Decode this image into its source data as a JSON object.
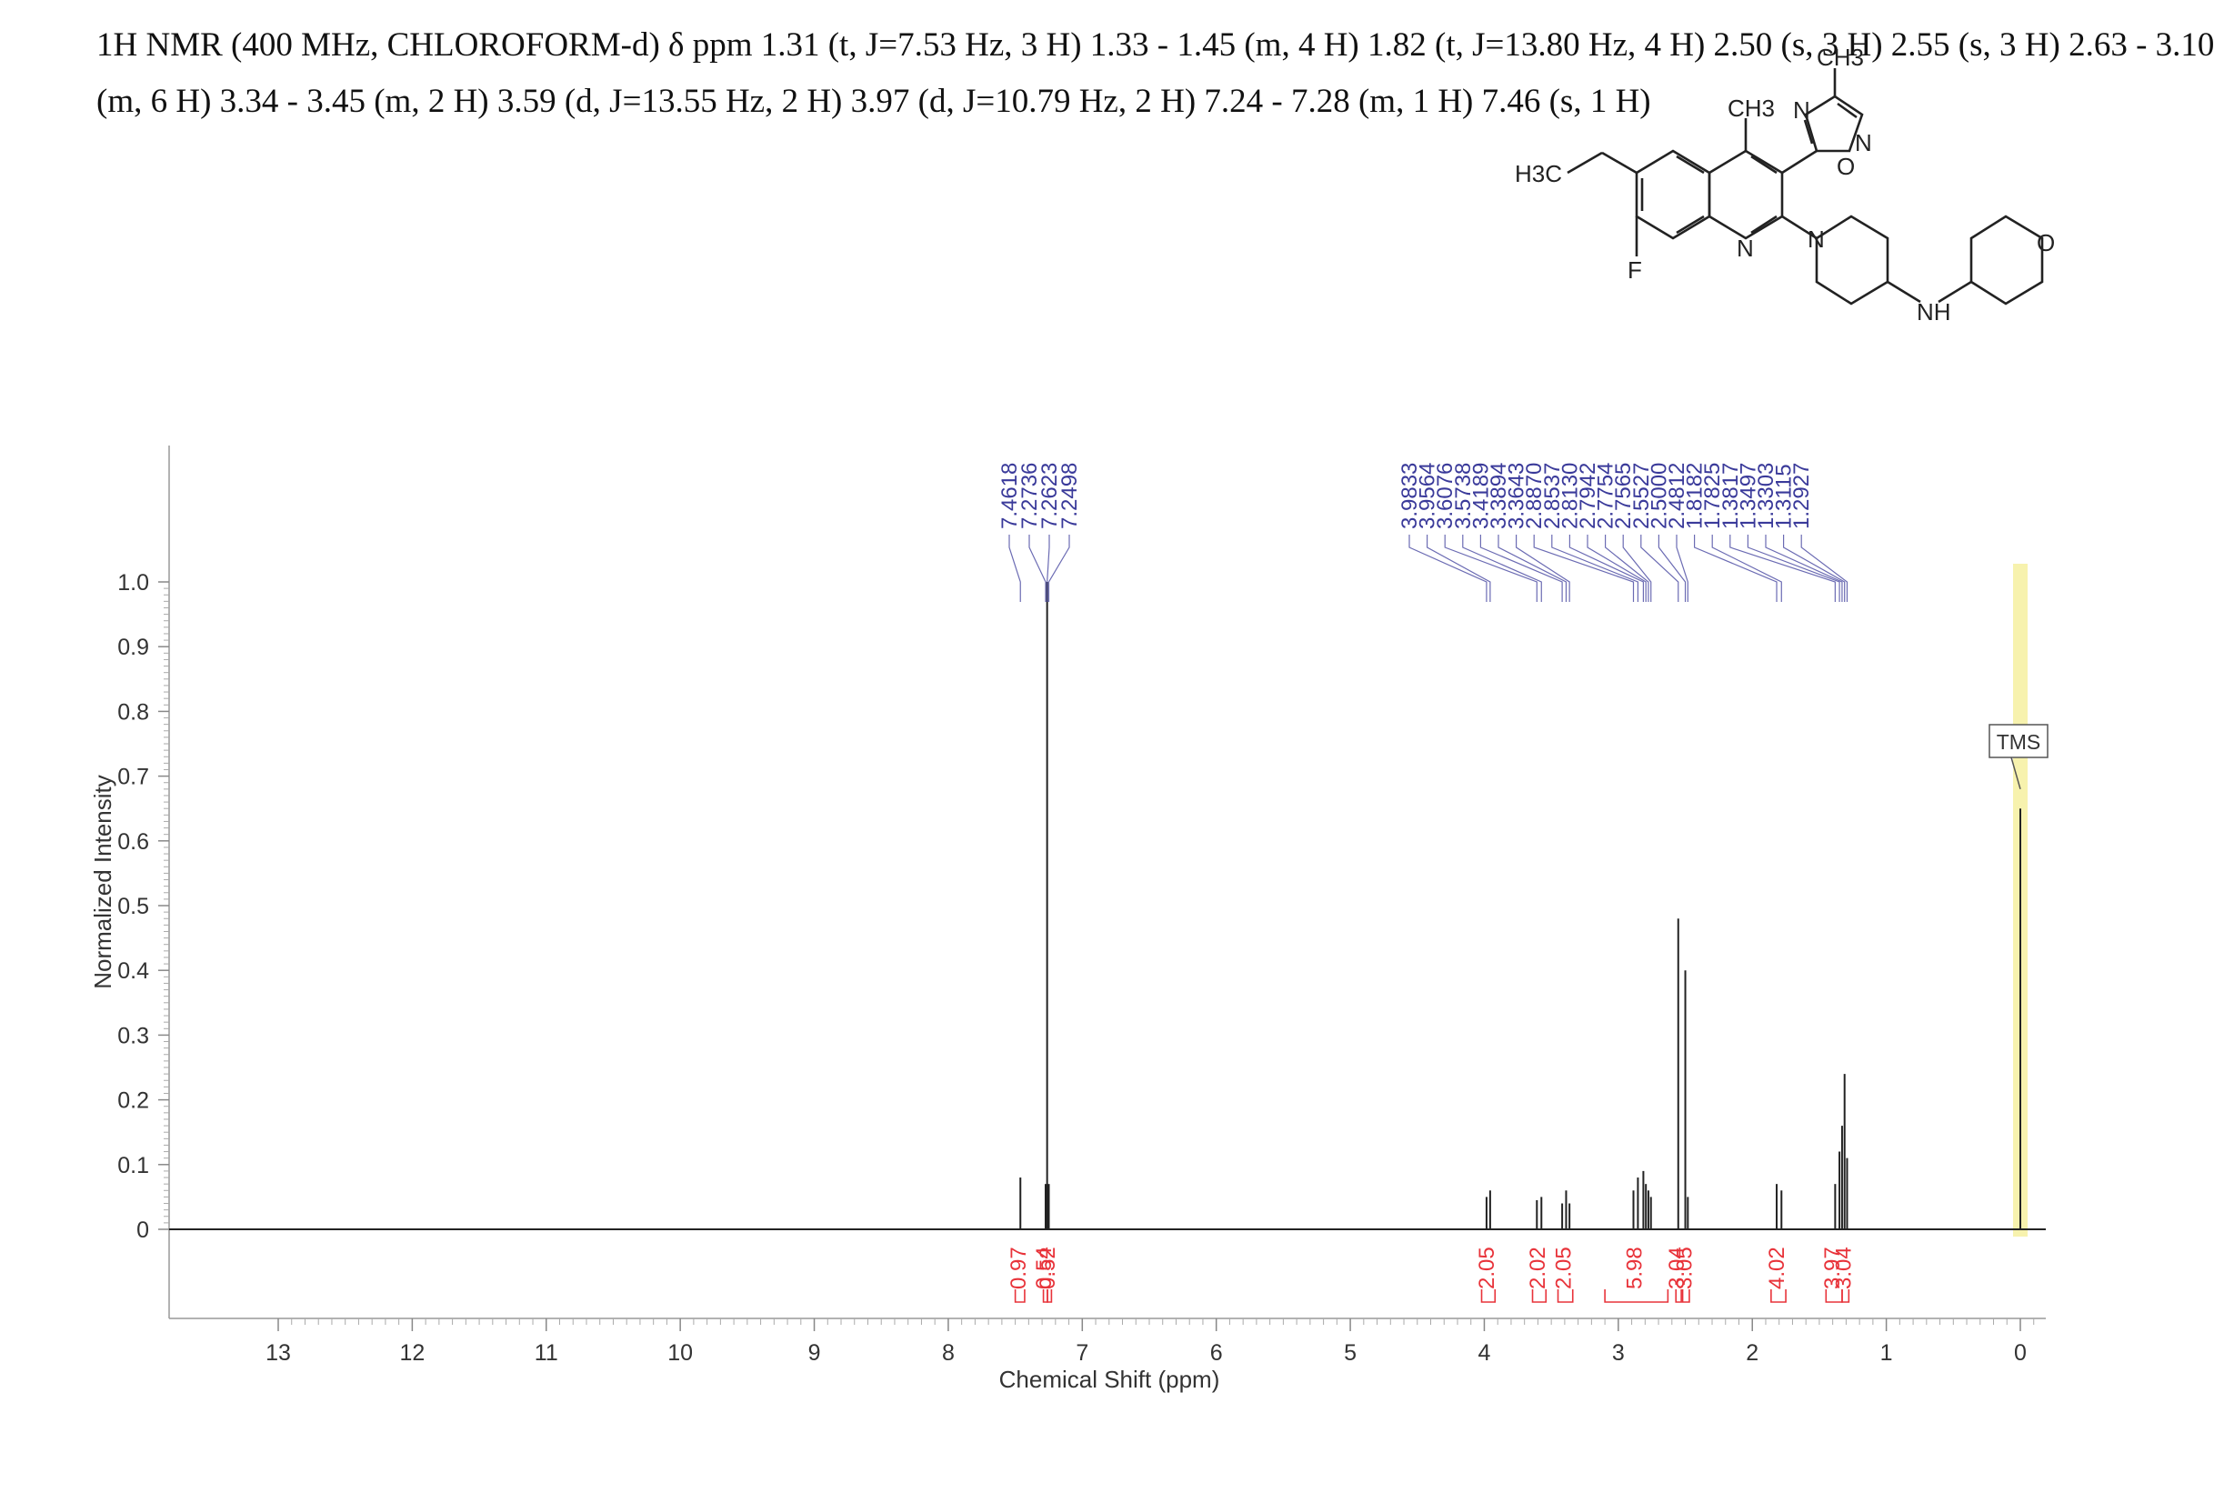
{
  "header": {
    "line1": "1H NMR (400 MHz, CHLOROFORM-d) δ ppm 1.31 (t, J=7.53 Hz, 3 H) 1.33 - 1.45 (m, 4 H) 1.82 (t,  J=13.80 Hz, 4 H) 2.50 (s, 3 H) 2.55 (s, 3 H) 2.63 - 3.10",
    "line2": "(m, 6 H) 3.34 - 3.45 (m, 2 H) 3.59 (d,  J=13.55 Hz, 2 H) 3.97 (d,  J=10.79 Hz, 2 H) 7.24 - 7.28 (m, 1 H) 7.46 (s, 1 H)"
  },
  "structure_labels": {
    "ch3_top": "CH3",
    "ch3_mid": "CH3",
    "h3c": "H3C",
    "n_ring1": "N",
    "n_ring2": "N",
    "o_ring": "O",
    "n_quin": "N",
    "n_pip": "N",
    "f": "F",
    "nh": "NH",
    "o_thp": "O"
  },
  "colors": {
    "peak_label": "#3a3a9a",
    "integral": "#e8333a",
    "spectrum": "#222222",
    "tms_highlight": "#f6f0a0"
  },
  "chart_data": {
    "type": "line",
    "xlabel": "Chemical Shift (ppm)",
    "ylabel": "Normalized Intensity",
    "xlim": [
      13.85,
      -0.2
    ],
    "ylim": [
      -0.15,
      1.25
    ],
    "xticks": [
      "13",
      "12",
      "11",
      "10",
      "9",
      "8",
      "7",
      "6",
      "5",
      "4",
      "3",
      "2",
      "1",
      "0"
    ],
    "yticks": [
      "0",
      "0.1",
      "0.2",
      "0.3",
      "0.4",
      "0.5",
      "0.6",
      "0.7",
      "0.8",
      "0.9",
      "1.0"
    ],
    "peak_labels_group1": [
      "7.4618",
      "7.2736",
      "7.2623",
      "7.2498"
    ],
    "peak_labels_group2": [
      "3.9833",
      "3.9564",
      "3.6076",
      "3.5738",
      "3.4189",
      "3.3894",
      "3.3643",
      "2.8870",
      "2.8537",
      "2.8130",
      "2.7942",
      "2.7754",
      "2.7565",
      "2.5527",
      "2.5000",
      "2.4812",
      "1.8182",
      "1.7825",
      "1.3817",
      "1.3497",
      "1.3303",
      "1.3115",
      "1.2927"
    ],
    "integrals": [
      {
        "label": "0.97",
        "from": 7.5,
        "to": 7.43
      },
      {
        "label": "0.54",
        "from": 7.29,
        "to": 7.26
      },
      {
        "label": "0.52",
        "from": 7.26,
        "to": 7.23
      },
      {
        "label": "2.05",
        "from": 4.02,
        "to": 3.92
      },
      {
        "label": "2.02",
        "from": 3.64,
        "to": 3.54
      },
      {
        "label": "2.05",
        "from": 3.45,
        "to": 3.34
      },
      {
        "label": "5.98",
        "from": 3.1,
        "to": 2.63
      },
      {
        "label": "3.04",
        "from": 2.57,
        "to": 2.53
      },
      {
        "label": "3.05",
        "from": 2.52,
        "to": 2.47
      },
      {
        "label": "4.02",
        "from": 1.86,
        "to": 1.75
      },
      {
        "label": "3.97",
        "from": 1.45,
        "to": 1.33
      },
      {
        "label": "3.04",
        "from": 1.33,
        "to": 1.28
      }
    ],
    "peaks": [
      {
        "x": 7.4618,
        "y": 0.08
      },
      {
        "x": 7.2736,
        "y": 0.07
      },
      {
        "x": 7.2623,
        "y": 1.0
      },
      {
        "x": 7.2498,
        "y": 0.07
      },
      {
        "x": 3.9833,
        "y": 0.05
      },
      {
        "x": 3.9564,
        "y": 0.06
      },
      {
        "x": 3.6076,
        "y": 0.045
      },
      {
        "x": 3.5738,
        "y": 0.05
      },
      {
        "x": 3.4189,
        "y": 0.04
      },
      {
        "x": 3.3894,
        "y": 0.06
      },
      {
        "x": 3.3643,
        "y": 0.04
      },
      {
        "x": 2.887,
        "y": 0.06
      },
      {
        "x": 2.8537,
        "y": 0.08
      },
      {
        "x": 2.813,
        "y": 0.09
      },
      {
        "x": 2.7942,
        "y": 0.07
      },
      {
        "x": 2.7754,
        "y": 0.06
      },
      {
        "x": 2.7565,
        "y": 0.05
      },
      {
        "x": 2.5527,
        "y": 0.48
      },
      {
        "x": 2.5,
        "y": 0.4
      },
      {
        "x": 2.4812,
        "y": 0.05
      },
      {
        "x": 1.8182,
        "y": 0.07
      },
      {
        "x": 1.7825,
        "y": 0.06
      },
      {
        "x": 1.3817,
        "y": 0.07
      },
      {
        "x": 1.3497,
        "y": 0.12
      },
      {
        "x": 1.3303,
        "y": 0.16
      },
      {
        "x": 1.3115,
        "y": 0.24
      },
      {
        "x": 1.2927,
        "y": 0.11
      },
      {
        "x": 0.0,
        "y": 0.65
      }
    ],
    "annotation": "TMS"
  }
}
